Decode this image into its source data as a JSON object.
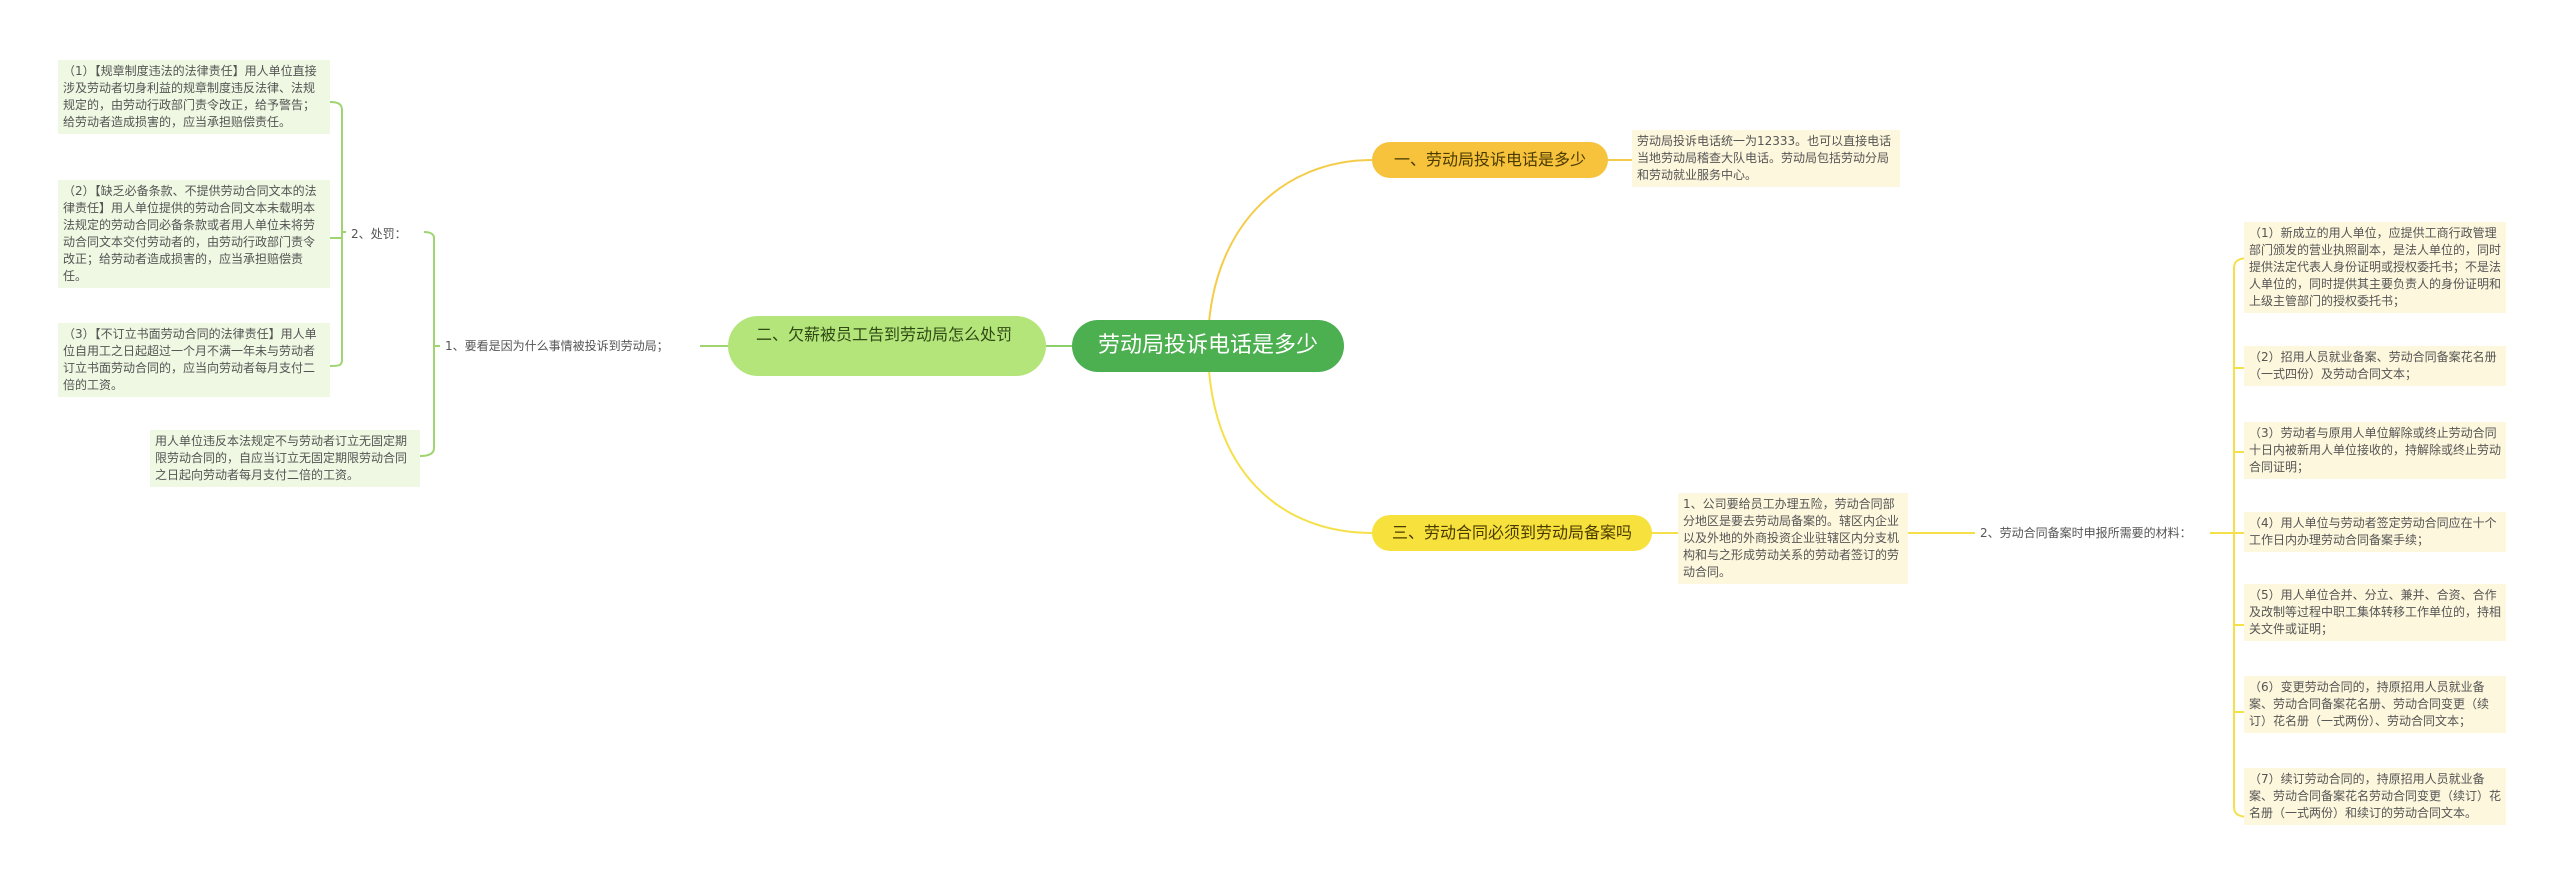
{
  "root": "劳动局投诉电话是多少",
  "branch1": {
    "title": "一、劳动局投诉电话是多少",
    "content": "劳动局投诉电话统一为12333。也可以直接电话当地劳动局稽查大队电话。劳动局包括劳动分局和劳动就业服务中心。"
  },
  "branch2": {
    "title": "二、欠薪被员工告到劳动局怎么处罚",
    "sub1": "1、要看是因为什么事情被投诉到劳动局；",
    "sub1_1": "2、处罚：",
    "penalties": [
      "（1）【规章制度违法的法律责任】用人单位直接涉及劳动者切身利益的规章制度违反法律、法规规定的，由劳动行政部门责令改正，给予警告；给劳动者造成损害的，应当承担赔偿责任。",
      "（2）【缺乏必备条款、不提供劳动合同文本的法律责任】用人单位提供的劳动合同文本未载明本法规定的劳动合同必备条款或者用人单位未将劳动合同文本交付劳动者的，由劳动行政部门责令改正；给劳动者造成损害的，应当承担赔偿责任。",
      "（3）【不订立书面劳动合同的法律责任】用人单位自用工之日起超过一个月不满一年未与劳动者订立书面劳动合同的，应当向劳动者每月支付二倍的工资。"
    ],
    "sub2": "用人单位违反本法规定不与劳动者订立无固定期限劳动合同的，自应当订立无固定期限劳动合同之日起向劳动者每月支付二倍的工资。"
  },
  "branch3": {
    "title": "三、劳动合同必须到劳动局备案吗",
    "sub1": "1、公司要给员工办理五险，劳动合同部分地区是要去劳动局备案的。辖区内企业以及外地的外商投资企业驻辖区内分支机构和与之形成劳动关系的劳动者签订的劳动合同。",
    "sub2": "2、劳动合同备案时申报所需要的材料：",
    "materials": [
      "（1）新成立的用人单位，应提供工商行政管理部门颁发的营业执照副本，是法人单位的，同时提供法定代表人身份证明或授权委托书；不是法人单位的，同时提供其主要负责人的身份证明和上级主管部门的授权委托书；",
      "（2）招用人员就业备案、劳动合同备案花名册（一式四份）及劳动合同文本；",
      "（3）劳动者与原用人单位解除或终止劳动合同十日内被新用人单位接收的，持解除或终止劳动合同证明；",
      "（4）用人单位与劳动者签定劳动合同应在十个工作日内办理劳动合同备案手续；",
      "（5）用人单位合并、分立、兼并、合资、合作及改制等过程中职工集体转移工作单位的，持相关文件或证明；",
      "（6）变更劳动合同的，持原招用人员就业备案、劳动合同备案花名册、劳动合同变更（续订）花名册（一式两份）、劳动合同文本；",
      "（7）续订劳动合同的，持原招用人员就业备案、劳动合同备案花名劳动合同变更（续订）花名册（一式两份）和续订的劳动合同文本。"
    ]
  },
  "colors": {
    "root": "#4caf50",
    "branch1": "#f7c23c",
    "branch2": "#b4e57a",
    "branch3": "#f7e13c",
    "link_yellow": "#f5cc4a",
    "link_green": "#9fd470",
    "leaf_yellow": "#fdf7dd",
    "leaf_green": "#eef8e2"
  }
}
